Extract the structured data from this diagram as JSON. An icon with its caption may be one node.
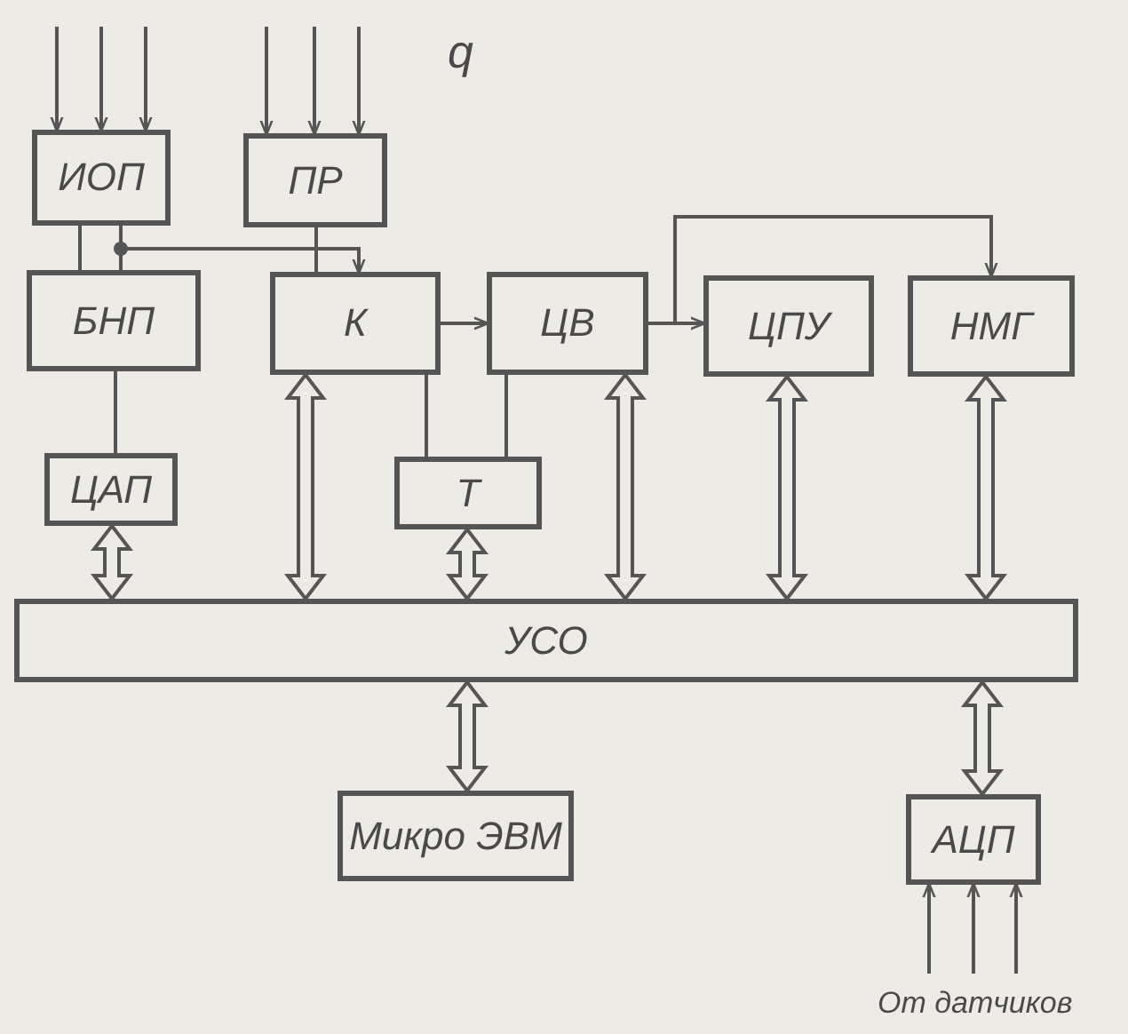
{
  "diagram": {
    "nodes": [
      {
        "text": [
          "ИОП"
        ]
      },
      {
        "text": [
          "ПР"
        ]
      },
      {
        "text": [
          "БНП"
        ]
      },
      {
        "text": [
          "К"
        ]
      },
      {
        "text": [
          "ЦВ"
        ]
      },
      {
        "text": [
          "ЦПУ"
        ]
      },
      {
        "text": [
          "НМГ"
        ]
      },
      {
        "text": [
          "ЦАП"
        ]
      },
      {
        "text": [
          "Т"
        ]
      },
      {
        "text": [
          "УСО"
        ]
      },
      {
        "text": [
          "Микро ЭВМ"
        ]
      },
      {
        "text": [
          "АЦП"
        ]
      }
    ],
    "edges": [
      {
        "from": null,
        "to": 0,
        "arrow": "to"
      },
      {
        "from": null,
        "to": 0,
        "arrow": "to"
      },
      {
        "from": null,
        "to": 0,
        "arrow": "to"
      },
      {
        "from": null,
        "to": 1,
        "arrow": "to"
      },
      {
        "from": null,
        "to": 1,
        "arrow": "to"
      },
      {
        "from": null,
        "to": 1,
        "arrow": "to"
      },
      {
        "from": 0,
        "to": 2,
        "arrow": "none"
      },
      {
        "from": 0,
        "to": 2,
        "arrow": "none"
      },
      {
        "from": 0,
        "to": 3,
        "arrow": "to"
      },
      {
        "from": 1,
        "to": 3,
        "arrow": "none"
      },
      {
        "from": 3,
        "to": 4,
        "arrow": "to"
      },
      {
        "from": 4,
        "to": 5,
        "arrow": "to"
      },
      {
        "from": 4,
        "to": 6,
        "arrow": "to"
      },
      {
        "from": 2,
        "to": 7,
        "arrow": "none"
      },
      {
        "from": 3,
        "to": 8,
        "arrow": "none"
      },
      {
        "from": 4,
        "to": 8,
        "arrow": "none"
      },
      {
        "from": 7,
        "to": 9,
        "arrow": "both",
        "style": "thick"
      },
      {
        "from": 3,
        "to": 9,
        "arrow": "both",
        "style": "thick"
      },
      {
        "from": 8,
        "to": 9,
        "arrow": "both",
        "style": "thick"
      },
      {
        "from": 4,
        "to": 9,
        "arrow": "both",
        "style": "thick"
      },
      {
        "from": 5,
        "to": 9,
        "arrow": "both",
        "style": "thick"
      },
      {
        "from": 6,
        "to": 9,
        "arrow": "both",
        "style": "thick"
      },
      {
        "from": 9,
        "to": 10,
        "arrow": "both",
        "style": "thick"
      },
      {
        "from": 9,
        "to": 11,
        "arrow": "both",
        "style": "thick"
      },
      {
        "from": null,
        "to": 11,
        "arrow": "to"
      },
      {
        "from": null,
        "to": 11,
        "arrow": "to"
      },
      {
        "from": null,
        "to": 11,
        "arrow": "to"
      }
    ],
    "labels": [
      "q",
      "От датчиков"
    ]
  }
}
